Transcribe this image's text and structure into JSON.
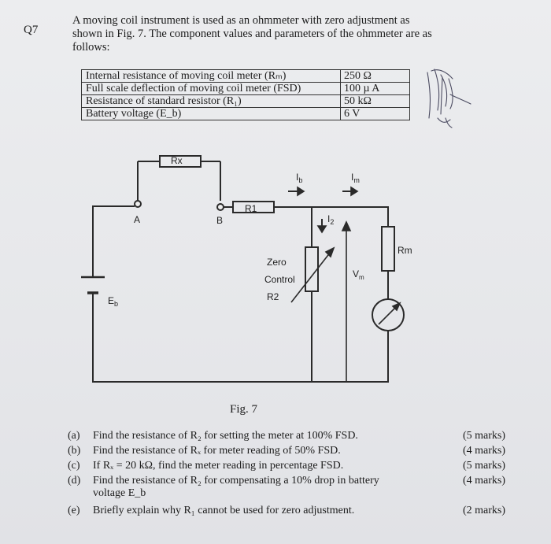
{
  "question_number": "Q7",
  "intro": "A moving coil instrument is used as an ohmmeter with zero adjustment as shown in Fig. 7. The component values and parameters of the ohmmeter are as follows:",
  "parameters": [
    {
      "name": "Internal resistance of moving coil meter (Rₘ)",
      "value": "250 Ω"
    },
    {
      "name": "Full scale deflection of moving coil meter (FSD)",
      "value": "100 µ A"
    },
    {
      "name": "Resistance of standard resistor (R₁)",
      "value": "50 kΩ"
    },
    {
      "name": "Battery voltage (E_b)",
      "value": "6 V"
    }
  ],
  "circuit": {
    "rx": "Rx",
    "node_a": "A",
    "node_b": "B",
    "r1": "R1",
    "ib": "I",
    "ib_sub": "b",
    "im": "I",
    "im_sub": "m",
    "i2": "I",
    "i2_sub": "2",
    "rm": "Rm",
    "vm": "V",
    "vm_sub": "m",
    "zero1": "Zero",
    "zero2": "Control",
    "zero3": "R2",
    "eb": "E",
    "eb_sub": "b"
  },
  "caption": "Fig. 7",
  "questions": [
    {
      "label": "(a)",
      "text": "Find the resistance of R₂ for setting the meter at 100% FSD.",
      "marks": "(5 marks)"
    },
    {
      "label": "(b)",
      "text": "Find the resistance of Rₓ for meter reading of 50% FSD.",
      "marks": "(4 marks)"
    },
    {
      "label": "(c)",
      "text": "If Rₓ = 20 kΩ, find the meter reading in percentage FSD.",
      "marks": "(5 marks)"
    },
    {
      "label": "(d)",
      "text": "Find the resistance of R₂ for compensating a 10% drop in battery",
      "text2": "voltage E_b",
      "marks": "(4 marks)"
    },
    {
      "label": "(e)",
      "text": "Briefly explain why R₁ cannot be used for zero adjustment.",
      "marks": "(2 marks)"
    }
  ]
}
